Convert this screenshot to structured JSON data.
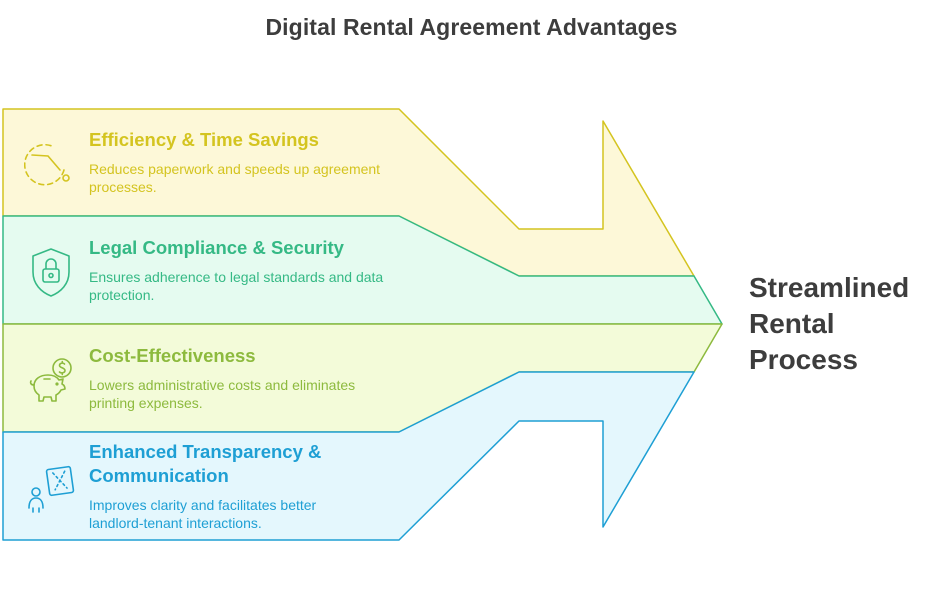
{
  "title": "Digital Rental Agreement Advantages",
  "items": [
    {
      "heading": "Efficiency & Time Savings",
      "description": "Reduces paperwork and speeds up agreement processes.",
      "icon": "clock-fast-icon",
      "color": "#d4c420",
      "fill": "#fdf8d8"
    },
    {
      "heading": "Legal Compliance & Security",
      "description": "Ensures adherence to legal standards and data protection.",
      "icon": "shield-lock-icon",
      "color": "#35b985",
      "fill": "#e5fbf0"
    },
    {
      "heading": "Cost-Effectiveness",
      "description": "Lowers administrative costs and eliminates printing expenses.",
      "icon": "piggy-bank-icon",
      "color": "#8dba3e",
      "fill": "#f3fbd9"
    },
    {
      "heading": "Enhanced Transparency & Communication",
      "description": "Improves clarity and facilitates better landlord-tenant interactions.",
      "icon": "person-document-icon",
      "color": "#1e9fd4",
      "fill": "#e4f7fd"
    }
  ],
  "result": {
    "line1": "Streamlined",
    "line2": "Rental",
    "line3": "Process"
  }
}
